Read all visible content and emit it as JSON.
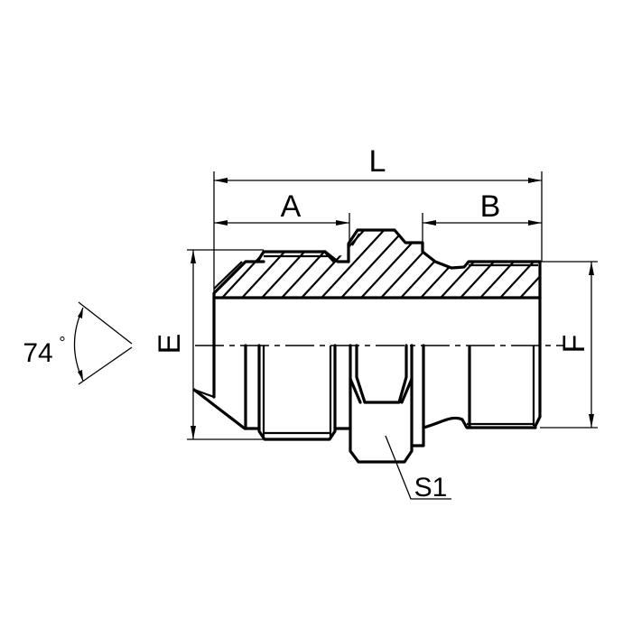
{
  "drawing": {
    "type": "technical-drawing",
    "subject": "straight male adapter fitting (cross-section half view)",
    "line_color": "#000000",
    "background": "#ffffff"
  },
  "labels": {
    "overall_length": "L",
    "left_thread_length": "A",
    "right_thread_length": "B",
    "left_diameter": "E",
    "right_diameter": "F",
    "hex_size": "S1",
    "angle_value": "74",
    "angle_unit": "°"
  }
}
